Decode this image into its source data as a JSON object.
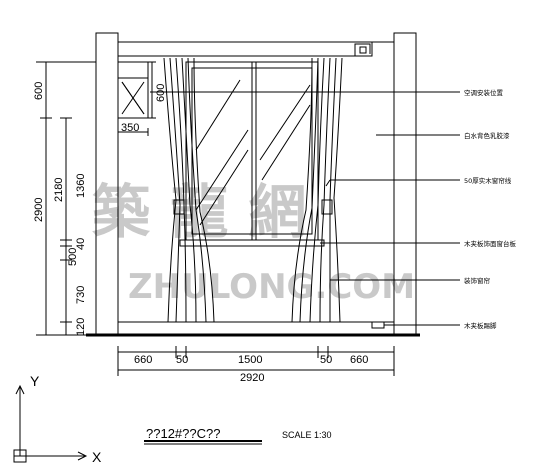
{
  "watermark": {
    "chinese": "築 龍 網",
    "latin": "ZHULONG.COM"
  },
  "dims_vertical_outer": [
    "600",
    "2900"
  ],
  "dims_vertical_inner": [
    "2180",
    "1360",
    "40",
    "500",
    "730",
    "120"
  ],
  "dim_ac_side": "600",
  "dim_ac_width": "350",
  "dims_bottom": [
    "660",
    "50",
    "1500",
    "50",
    "660"
  ],
  "dim_total": "2920",
  "annotations": [
    "空调安装位置",
    "白水背色乳胶漆",
    "50厚实木窗帘线",
    "木夹板饰面窗台板",
    "装饰窗帘",
    "木夹板踢脚"
  ],
  "title": "??12#??C??",
  "scale": "SCALE 1:30",
  "axis": {
    "y": "Y",
    "x": "X"
  }
}
